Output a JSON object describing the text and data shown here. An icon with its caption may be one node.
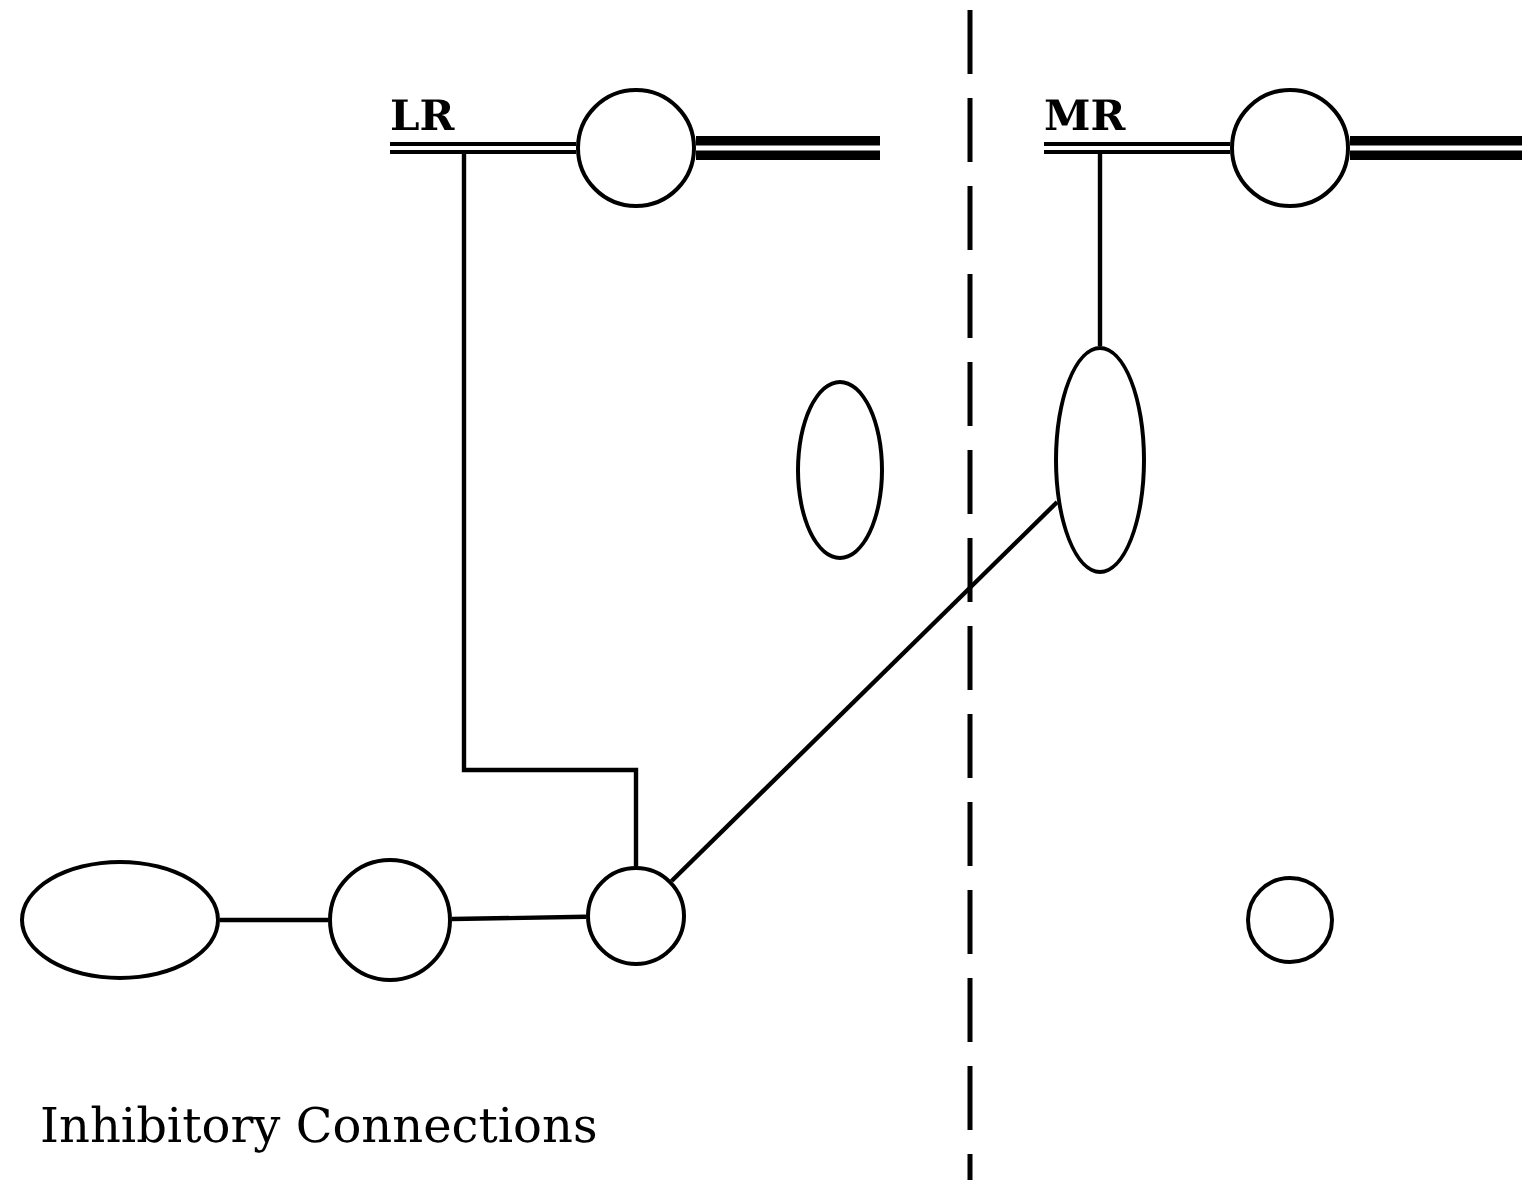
{
  "diagram": {
    "caption": "Inhibitory Connections",
    "nodes": [
      {
        "text": [
          "LR"
        ]
      },
      {
        "text": [],
        "shape": "circle"
      },
      {
        "text": [
          "MR"
        ]
      },
      {
        "text": [],
        "shape": "circle"
      },
      {
        "text": [],
        "shape": "ellipse"
      },
      {
        "text": [],
        "shape": "ellipse"
      },
      {
        "text": [],
        "shape": "ellipse"
      },
      {
        "text": [],
        "shape": "circle"
      },
      {
        "text": [],
        "shape": "circle"
      },
      {
        "text": [],
        "shape": "circle"
      }
    ],
    "edges": [
      {
        "from": 0,
        "to": 8,
        "arrow": "none"
      },
      {
        "from": 2,
        "to": 5,
        "arrow": "none"
      },
      {
        "from": 8,
        "to": 5,
        "arrow": "none"
      },
      {
        "from": 6,
        "to": 7,
        "arrow": "none"
      },
      {
        "from": 7,
        "to": 8,
        "arrow": "none"
      },
      {
        "from": 1,
        "to": null,
        "arrow": "none",
        "style": "thick"
      },
      {
        "from": 3,
        "to": null,
        "arrow": "none",
        "style": "thick"
      }
    ]
  }
}
